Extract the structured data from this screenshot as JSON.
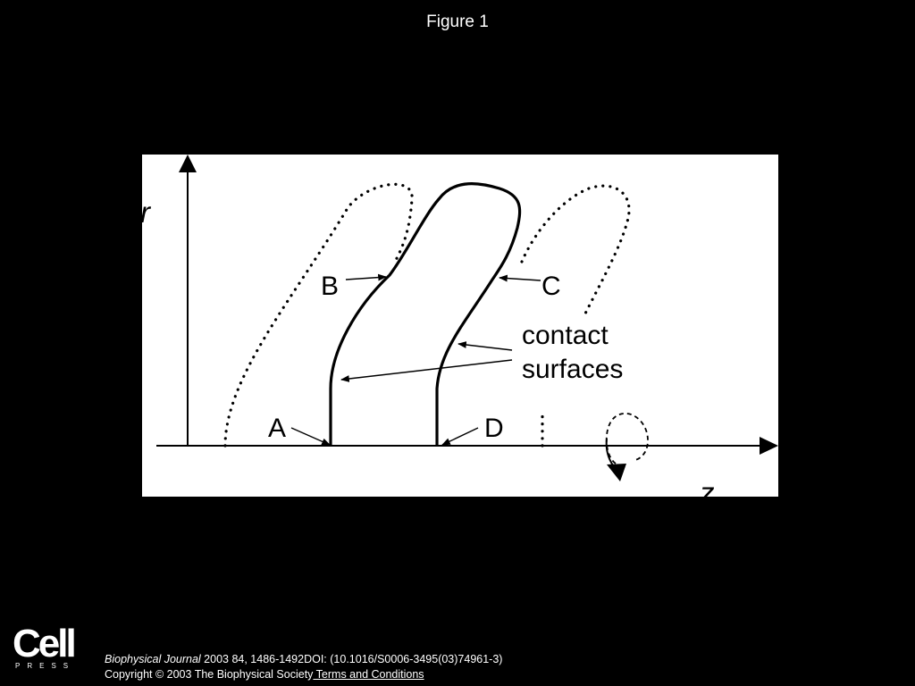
{
  "slide": {
    "title": "Figure 1"
  },
  "figure": {
    "labels": {
      "r_axis": "r",
      "z_axis": "z",
      "a": "A",
      "b": "B",
      "c": "C",
      "d": "D",
      "contact_line1": "contact",
      "contact_line2": "surfaces"
    }
  },
  "footer": {
    "logo_word": "Cell",
    "logo_sub": "PRESS",
    "journal": "Biophysical Journal",
    "citation": " 2003 84, 1486-1492DOI: (10.1016/S0006-3495(03)74961-3)",
    "copyright": "Copyright © 2003 The Biophysical Society",
    "terms_link": " Terms and Conditions"
  }
}
